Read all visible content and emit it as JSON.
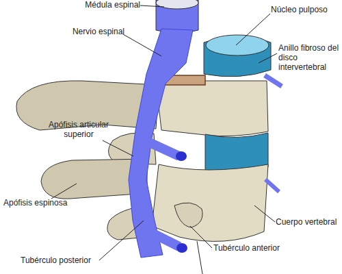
{
  "diagram": {
    "labels": [
      "Médula espinal",
      "Nervio espinal",
      "Núcleo pulposo",
      "Anillo fibroso del disco intervertebral",
      "Apófisis articular superior",
      "Apófisis espinosa",
      "Cuerpo vertebral",
      "Tubérculo anterior",
      "Tubérculo posterior"
    ]
  }
}
